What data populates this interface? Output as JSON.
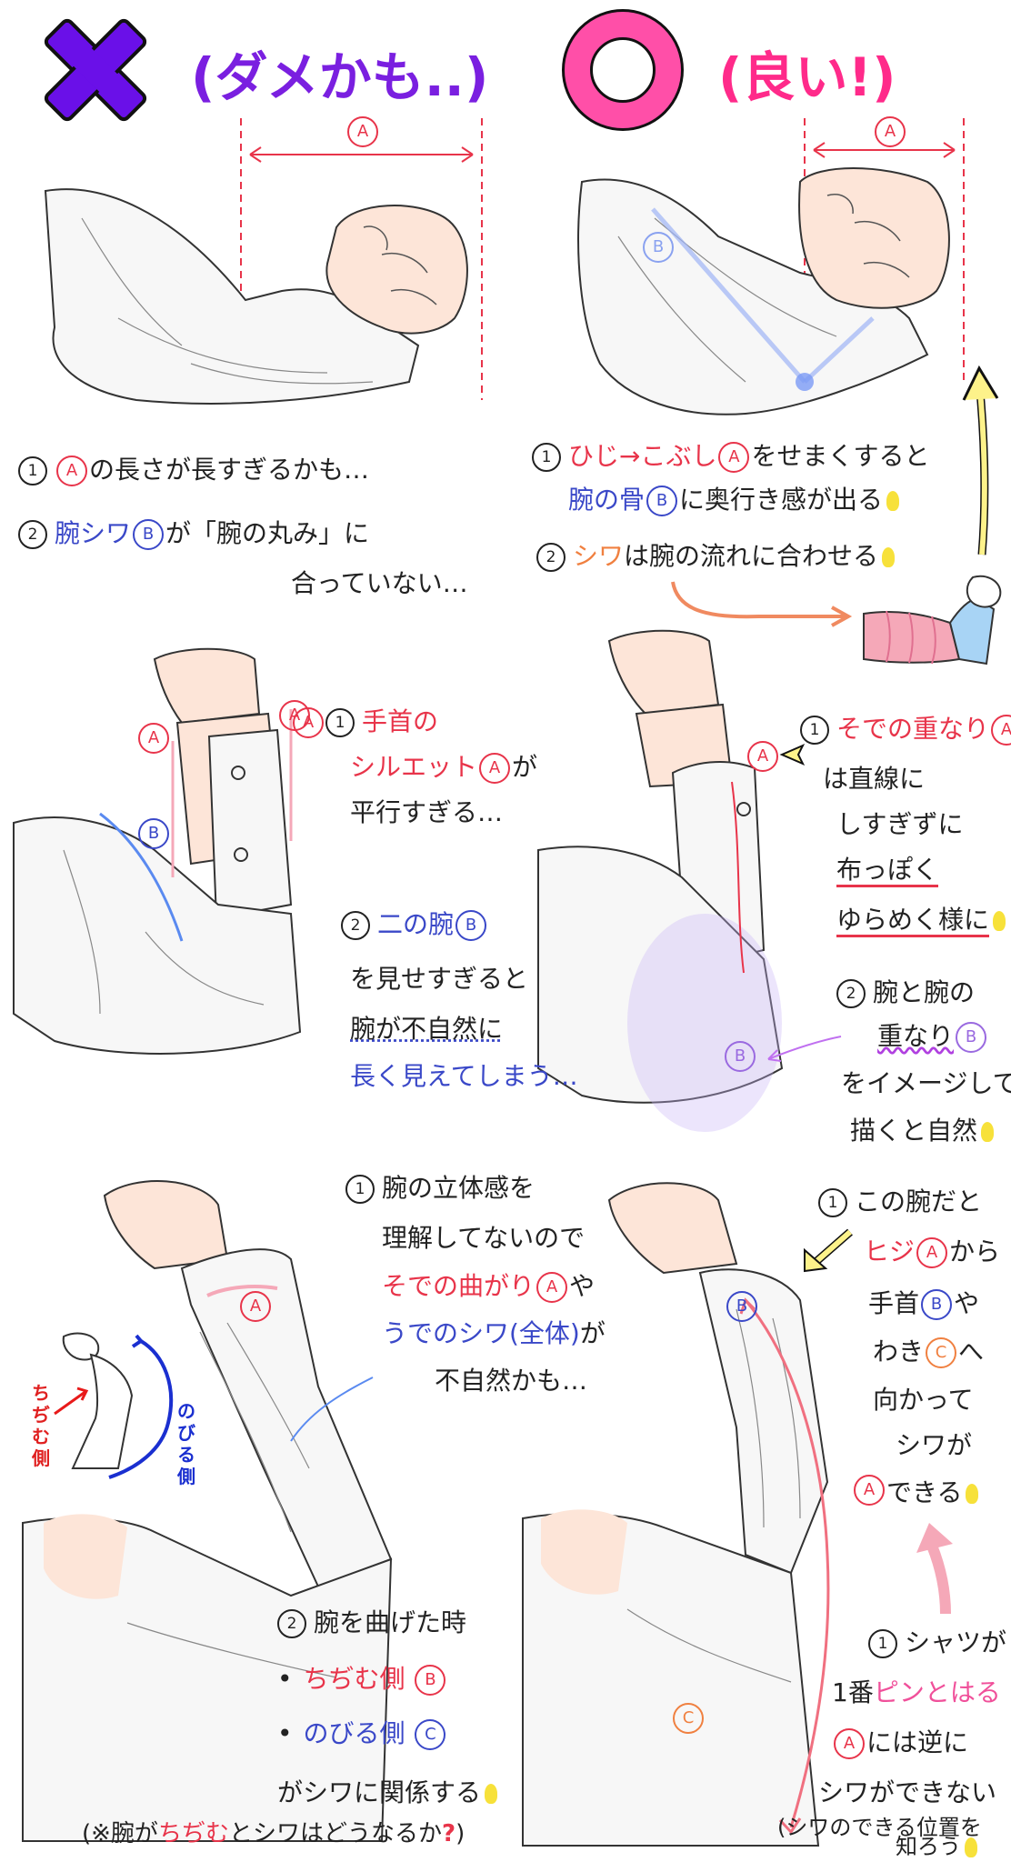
{
  "header": {
    "bad_title": "(ダメかも..)",
    "good_title": "(良い!)"
  },
  "marks": {
    "A": "A",
    "B": "B",
    "C": "C"
  },
  "row1": {
    "bad": {
      "note1": {
        "num": "1",
        "pre": "",
        "mark": "A",
        "post": "の長さが長すぎるかも…"
      },
      "note2": {
        "num": "2",
        "pre": "腕シワ",
        "mark": "B",
        "mid": "が「腕の丸み」に",
        "line2": "合っていない…"
      }
    },
    "good": {
      "note1": {
        "num": "1",
        "pre": "ひじ→こぶし",
        "mark": "A",
        "post": "をせまくすると"
      },
      "note1b": {
        "pre": "腕の骨",
        "mark": "B",
        "post": "に奥行き感が出る"
      },
      "note2": {
        "num": "2",
        "pre": "シワ",
        "post": "は腕の流れに合わせる"
      }
    }
  },
  "row2": {
    "bad": {
      "note1": {
        "num": "1",
        "mark": "A",
        "l1": "手首の",
        "l2a": "シルエット",
        "l2b": "が",
        "l3": "平行すぎる…"
      },
      "note2": {
        "num": "2",
        "l1": "二の腕",
        "mark": "B",
        "l2": "を見せすぎると",
        "l3": "腕が不自然に",
        "l4": "長く見えてしまう…"
      }
    },
    "good": {
      "note1": {
        "num": "1",
        "l1": "そでの重なり",
        "mark": "A",
        "l2": "は直線に",
        "l3": "しすぎずに",
        "l4": "布っぽく",
        "l5": "ゆらめく様に"
      },
      "note2": {
        "num": "2",
        "l1": "腕と腕の",
        "l2": "重なり",
        "mark": "B",
        "l3": "をイメージして",
        "l4": "描くと自然"
      }
    }
  },
  "row3": {
    "bad": {
      "note1": {
        "num": "1",
        "l1": "腕の立体感を",
        "l2": "理解してないので",
        "l3a": "そでの曲がり",
        "mark": "A",
        "l3b": "や",
        "l4a": "うでのシワ(全体)",
        "l4b": "が",
        "l5": "不自然かも…"
      },
      "inset": {
        "left": "ちぢむ側",
        "right": "のびる側"
      },
      "note2": {
        "num": "2",
        "l1": "腕を曲げた時",
        "b1": "ちぢむ側",
        "markB": "B",
        "b2": "のびる側",
        "markC": "C",
        "l4": "がシワに関係する",
        "l5a": "(※腕が",
        "l5b": "ちぢむ",
        "l5c": "とシワはどうなるか",
        "l5d": "?",
        "l5e": ")"
      }
    },
    "good": {
      "note1": {
        "num": "1",
        "l1": "この腕だと",
        "l2a": "ヒジ",
        "markA": "A",
        "l2b": "から",
        "l3a": "手首",
        "markB": "B",
        "l3b": "や",
        "l4a": "わき",
        "markC": "C",
        "l4b": "へ",
        "l5": "向かって",
        "l6": "シワが",
        "l7": "できる"
      },
      "note2": {
        "num": "1",
        "l1": "シャツが",
        "l2a": "1番",
        "l2b": "ピンとはる",
        "markA": "A",
        "l3": "には逆に",
        "l4": "シワができない",
        "l5": "(シワのできる位置を",
        "l6": "知ろう"
      }
    }
  },
  "colors": {
    "red": "#e8344a",
    "blue": "#3a48c8",
    "pink": "#f0509a",
    "purple": "#7a1fe0",
    "yellow": "#f7e13a"
  }
}
